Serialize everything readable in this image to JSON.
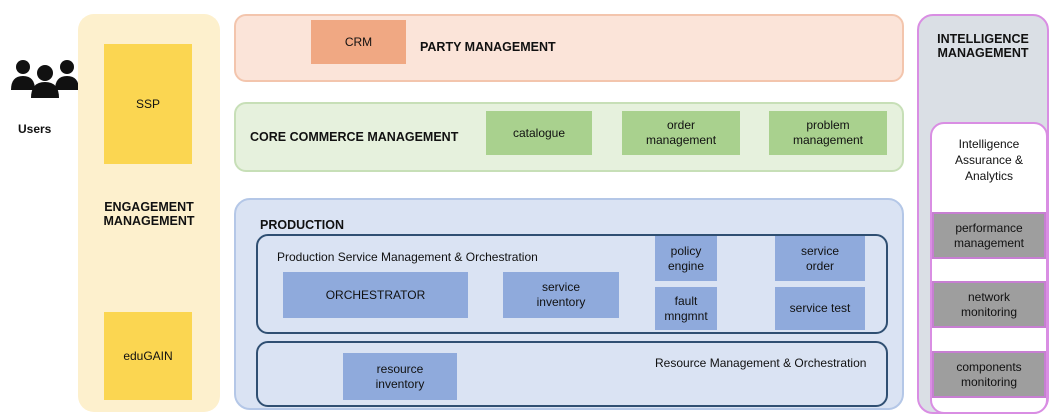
{
  "users": {
    "label": "Users"
  },
  "engagement": {
    "title": "ENGAGEMENT MANAGEMENT",
    "ssp": "SSP",
    "edugain": "eduGAIN"
  },
  "party": {
    "title": "PARTY MANAGEMENT",
    "crm": "CRM"
  },
  "core_commerce": {
    "title": "CORE COMMERCE MANAGEMENT",
    "catalogue": "catalogue",
    "order_management": "order management",
    "problem_management": "problem management"
  },
  "production": {
    "title": "PRODUCTION",
    "psmo_title": "Production Service Management & Orchestration",
    "orchestrator": "ORCHESTRATOR",
    "service_inventory": "service inventory",
    "policy_engine": "policy engine",
    "service_order": "service order",
    "fault_mngmnt": "fault mngmnt",
    "service_test": "service test",
    "rmo_title": "Resource Management & Orchestration",
    "resource_inventory": "resource inventory"
  },
  "intelligence": {
    "title": "INTELLIGENCE MANAGEMENT",
    "iaa_title": "Intelligence Assurance & Analytics",
    "performance_management": "performance management",
    "network_monitoring": "network monitoring",
    "components_monitoring": "components monitoring"
  },
  "colors": {
    "engagement": "#fdf0cd",
    "yellow_box": "#fbd651",
    "party": "#fbe4d9",
    "crm": "#f0a883",
    "core": "#e6f1dd",
    "green_box": "#a9d18e",
    "production": "#dae3f3",
    "blue_box": "#8faadc",
    "intelligence": "#dadfe5",
    "grey_box": "#9e9e9e",
    "pink_border": "#d98ee3"
  },
  "icons": {
    "users": "users-group-icon"
  }
}
